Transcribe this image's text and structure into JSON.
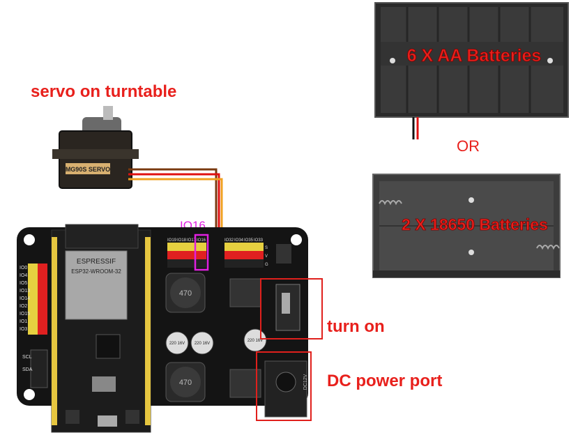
{
  "labels": {
    "servo_title": "servo on turntable",
    "io16": "IO16",
    "turn_on": "turn on",
    "dc_port": "DC power port",
    "battery_6aa": "6 X AA Batteries",
    "or": "OR",
    "battery_18650": "2 X 18650 Batteries",
    "servo_model": "MG90S SERVO",
    "esp_brand": "ESPRESSIF",
    "esp_model": "ESP32-WROOM-32",
    "dc_text": "DC12V",
    "cap1": "220 16V",
    "cap2": "220 16V",
    "cap3": "220 16V",
    "inductor1": "470",
    "inductor2": "470"
  },
  "pin_headers": {
    "left_pins": [
      "IO0",
      "IO4",
      "IO5",
      "IO13",
      "IO14",
      "IO2",
      "IO15",
      "IO1",
      "IO3"
    ],
    "top_left": [
      "IO19",
      "IO18",
      "IO17",
      "IO16"
    ],
    "top_right": [
      "IO32",
      "IO34",
      "IO35",
      "IO33"
    ],
    "row_letters": [
      "S",
      "V",
      "G"
    ],
    "i2c": [
      "SCL",
      "SDA"
    ]
  },
  "colors": {
    "accent_red": "#e8201c",
    "highlight_magenta": "#e020e0",
    "board_black": "#141414",
    "wire_orange": "#f0a020",
    "wire_red": "#e01010",
    "wire_brown": "#7a3a10"
  }
}
